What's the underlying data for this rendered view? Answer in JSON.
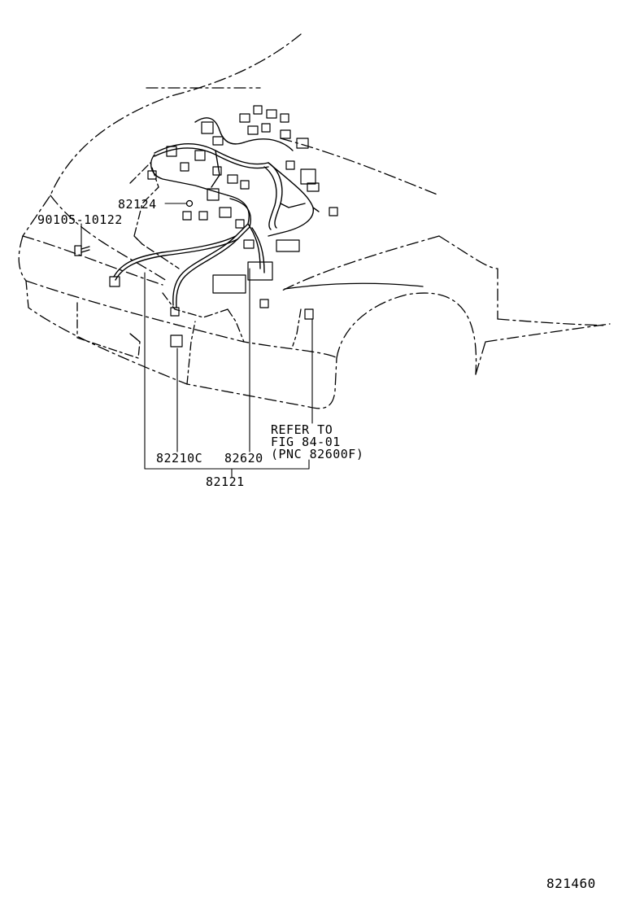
{
  "labels": {
    "bolt": "90105-10122",
    "clip": "82124",
    "harness_main": "82121",
    "connector_left": "82210C",
    "connector_mid": "82620",
    "refer_line1": "REFER TO",
    "refer_line2": "FIG 84-01",
    "refer_line3": "(PNC 82600F)",
    "figure_number": "821460"
  },
  "colors": {
    "line": "#000000",
    "background": "#ffffff"
  }
}
